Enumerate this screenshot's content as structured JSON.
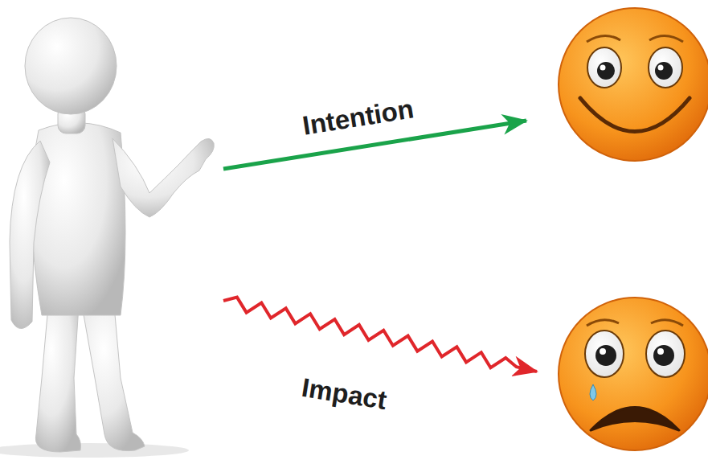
{
  "diagram": {
    "nodes": [
      {
        "text": []
      },
      {
        "text": []
      },
      {
        "text": []
      }
    ],
    "edges": [
      {
        "from": 0,
        "to": 1,
        "arrow": "to",
        "label": "Intention"
      },
      {
        "from": 0,
        "to": 2,
        "arrow": "to",
        "label": "Impact"
      }
    ]
  }
}
